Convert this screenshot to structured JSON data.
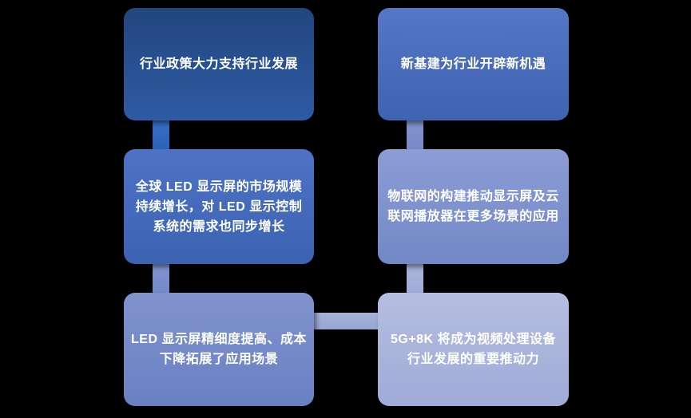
{
  "canvas": {
    "background_color": "#000000",
    "text_color": "#ffffff"
  },
  "nodes": [
    {
      "id": "policy-support",
      "row": 1,
      "col": "left",
      "lines": [
        "行业政策大力支持行业发展"
      ],
      "gradient": {
        "angle": "180deg",
        "from": "#22457d",
        "to": "#2e5ba5"
      }
    },
    {
      "id": "new-infrastructure",
      "row": 1,
      "col": "right",
      "lines": [
        "新基建为行业开辟新机遇"
      ],
      "gradient": {
        "angle": "180deg",
        "from": "#5577c6",
        "to": "#3e63b0"
      }
    },
    {
      "id": "led-market-growth",
      "row": 2,
      "col": "left",
      "lines": [
        "全球 LED 显示屏的市场规模",
        "持续增长，对 LED 显示控制",
        "系统的需求也同步增长"
      ],
      "gradient": {
        "angle": "180deg",
        "from": "#4e73c6",
        "to": "#3c62b2"
      }
    },
    {
      "id": "iot-applications",
      "row": 2,
      "col": "right",
      "lines": [
        "物联网的构建推动显示屏及云",
        "联网播放器在更多场景的应用"
      ],
      "gradient": {
        "angle": "180deg",
        "from": "#8c9dd6",
        "to": "#7288c6"
      }
    },
    {
      "id": "led-fineness-cost",
      "row": 3,
      "col": "left",
      "lines": [
        "LED 显示屏精细度提高、成本",
        "下降拓展了应用场景"
      ],
      "gradient": {
        "angle": "180deg",
        "from": "#8093ce",
        "to": "#6980c2"
      }
    },
    {
      "id": "5g-8k-driver",
      "row": 3,
      "col": "right",
      "lines": [
        "5G+8K 将成为视频处理设备",
        "行业发展的重要推动力"
      ],
      "gradient": {
        "angle": "180deg",
        "from": "#b5bee0",
        "to": "#9fabd8"
      }
    }
  ],
  "connectors": [
    {
      "id": "left-top-to-middle",
      "orientation": "vertical",
      "gradient": {
        "angle": "180deg",
        "from": "#3a72ca",
        "to": "#2c60b8"
      }
    },
    {
      "id": "left-middle-to-bottom",
      "orientation": "vertical",
      "gradient": {
        "angle": "180deg",
        "from": "#8295cf",
        "to": "#7488c8"
      }
    },
    {
      "id": "right-top-to-middle",
      "orientation": "vertical",
      "gradient": {
        "angle": "180deg",
        "from": "#8396d0",
        "to": "#7589c9"
      }
    },
    {
      "id": "right-middle-to-bottom",
      "orientation": "vertical",
      "gradient": {
        "angle": "180deg",
        "from": "#aab6dc",
        "to": "#a0acd6"
      }
    },
    {
      "id": "bottom-left-to-right",
      "orientation": "horizontal",
      "gradient": {
        "angle": "180deg",
        "from": "#a5b2d9",
        "to": "#96a5d2"
      }
    }
  ]
}
